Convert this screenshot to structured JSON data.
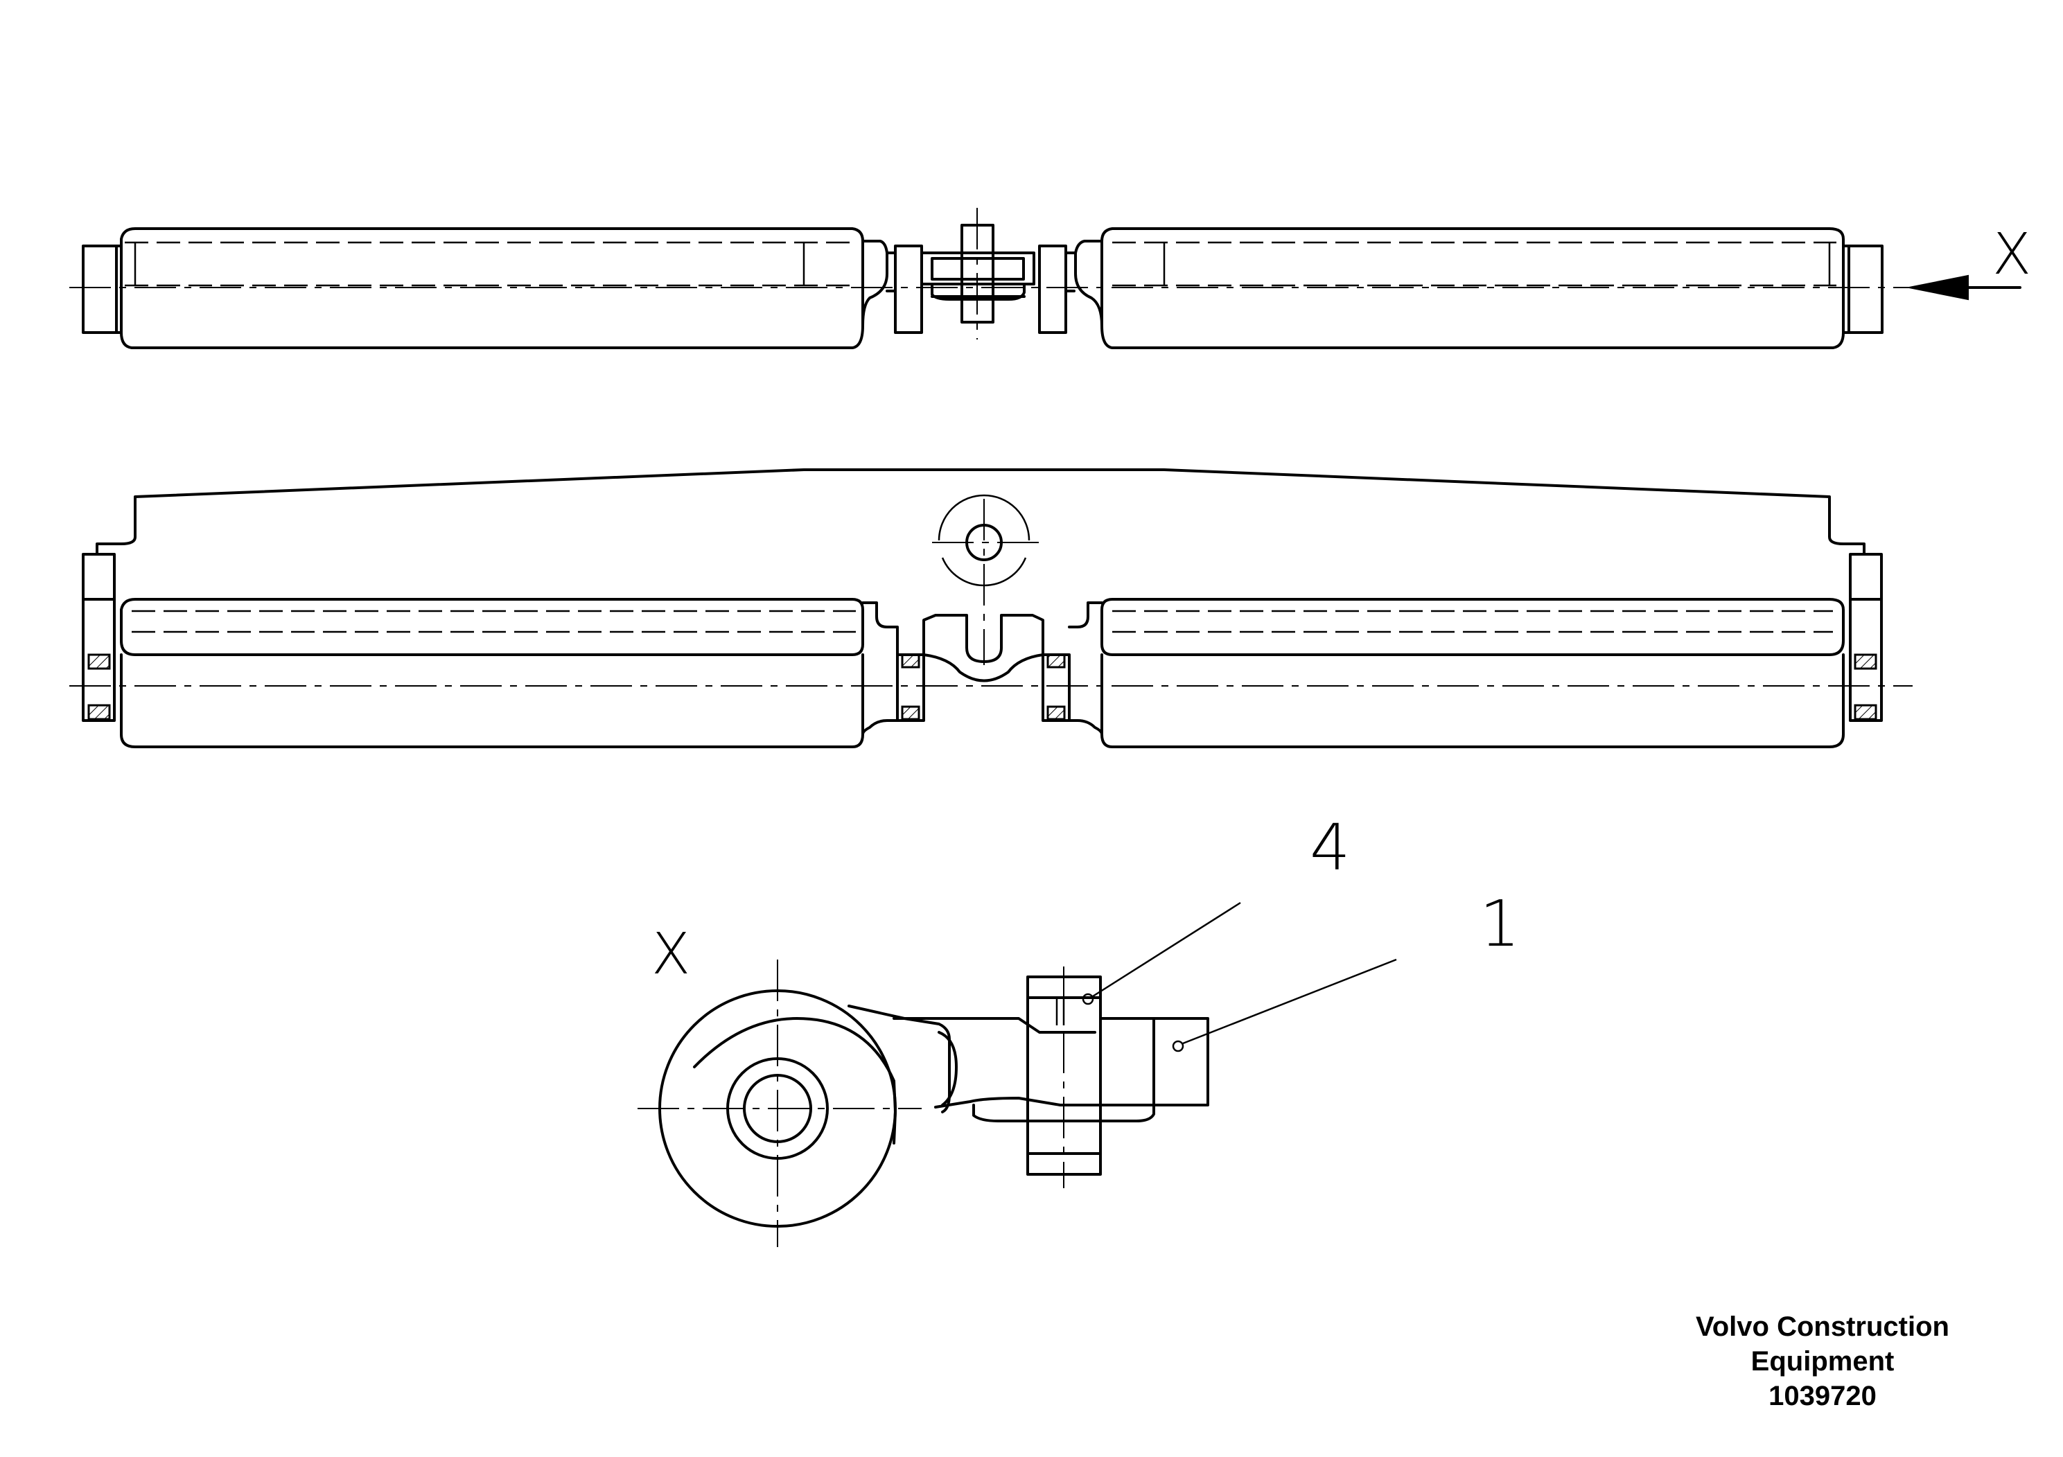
{
  "view_labels": {
    "arrow_label": "X",
    "section_label": "X"
  },
  "callouts": [
    {
      "id": "4",
      "label": "4"
    },
    {
      "id": "1",
      "label": "1"
    }
  ],
  "footer": {
    "company_line1": "Volvo Construction",
    "company_line2": "Equipment",
    "drawing_number": "1039720"
  },
  "colors": {
    "line": "#000000",
    "background": "#ffffff"
  }
}
